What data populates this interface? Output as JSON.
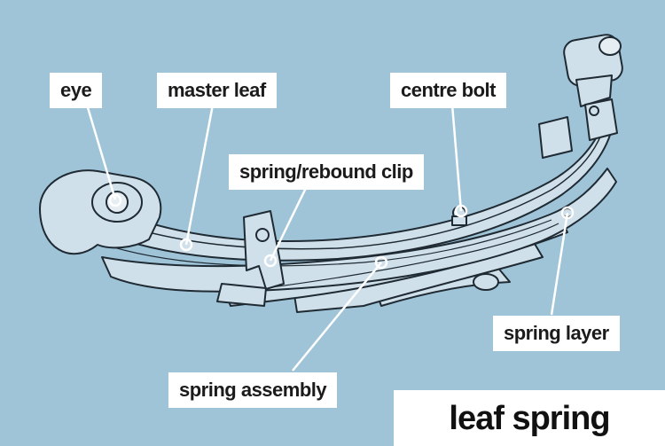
{
  "diagram": {
    "title": "leaf spring",
    "labels": {
      "eye": "eye",
      "master_leaf": "master leaf",
      "centre_bolt": "centre bolt",
      "rebound_clip": "spring/rebound clip",
      "spring_layer": "spring layer",
      "spring_assembly": "spring assembly"
    },
    "colors": {
      "background": "#9fc4d8",
      "spring_fill": "#cfe0ea",
      "outline": "#1f2a33",
      "label_bg": "#ffffff",
      "leader": "#ffffff"
    }
  }
}
